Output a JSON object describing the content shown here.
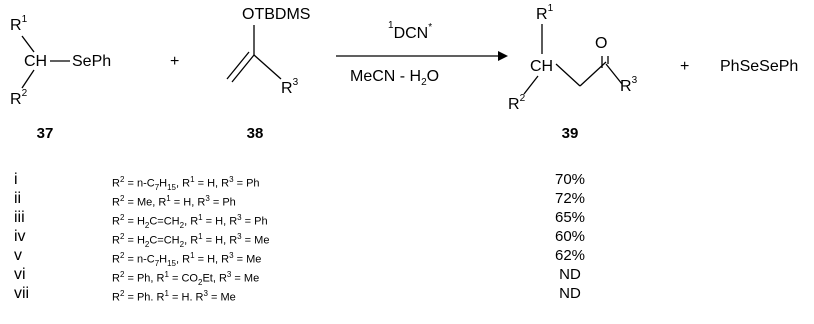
{
  "scheme": {
    "reactant1": {
      "r1": "R",
      "r1_sup": "1",
      "ch": "CH",
      "seph": "SePh",
      "r2": "R",
      "r2_sup": "2",
      "number": "37"
    },
    "plus1": "+",
    "reactant2": {
      "otbdms": "OTBDMS",
      "r3": "R",
      "r3_sup": "3",
      "number": "38"
    },
    "arrow": {
      "above_sup": "1",
      "above": "DCN",
      "above_star": "*",
      "below_a": "MeCN - H",
      "below_sub": "2",
      "below_b": "O"
    },
    "product": {
      "r1": "R",
      "r1_sup": "1",
      "ch": "CH",
      "o": "O",
      "r3": "R",
      "r3_sup": "3",
      "r2": "R",
      "r2_sup": "2",
      "number": "39"
    },
    "plus2": "+",
    "byproduct": "PhSeSePh"
  },
  "entries": [
    {
      "label": "i",
      "r2": "n-C",
      "r2_sub": "7",
      "r2_tail": "H",
      "r2_sub2": "15",
      "r1": "H",
      "r3": "Ph",
      "yield": "70%"
    },
    {
      "label": "ii",
      "r2": "Me",
      "r1": "H",
      "r3": "Ph",
      "yield": "72%"
    },
    {
      "label": "iii",
      "r2": "H",
      "r2_sub": "2",
      "r2_tail": "C=CH",
      "r2_sub2": "2",
      "r1": "H",
      "r3": "Ph",
      "yield": "65%"
    },
    {
      "label": "iv",
      "r2": "H",
      "r2_sub": "2",
      "r2_tail": "C=CH",
      "r2_sub2": "2",
      "r1": "H",
      "r3": "Me",
      "yield": "60%"
    },
    {
      "label": "v",
      "r2": "n-C",
      "r2_sub": "7",
      "r2_tail": "H",
      "r2_sub2": "15",
      "r1": "H",
      "r3": "Me",
      "yield": "62%"
    },
    {
      "label": "vi",
      "r2": "Ph",
      "r1": "CO",
      "r1_sub": "2",
      "r1_tail": "Et",
      "r3": "Me",
      "yield": "ND"
    },
    {
      "label": "vii",
      "r2": "Ph",
      "r1": "H",
      "r3": "Me",
      "sep": ".",
      "yield": "ND"
    }
  ]
}
